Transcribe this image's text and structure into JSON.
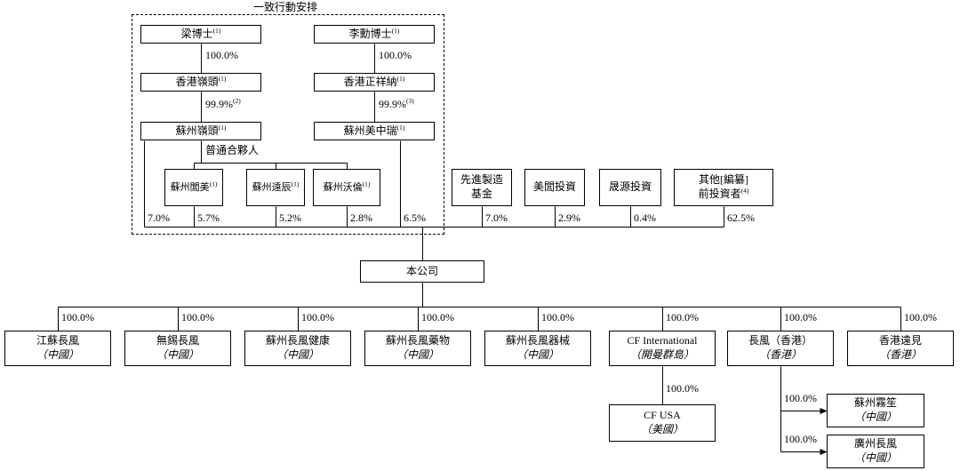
{
  "title": "一致行動安排",
  "gp_label": "普通合夥人",
  "nodes": {
    "dr_liang": {
      "name": "梁博士",
      "sup": "(1)"
    },
    "dr_li": {
      "name": "李勳博士",
      "sup": "(1)"
    },
    "hk_lingtou": {
      "name": "香港嶺頭",
      "sup": "(1)"
    },
    "hk_zhengxiangna": {
      "name": "香港正祥納",
      "sup": "(1)"
    },
    "sz_lingtou": {
      "name": "蘇州嶺頭",
      "sup": "(1)"
    },
    "sz_meizhongrui": {
      "name": "蘇州美中瑞",
      "sup": "(1)"
    },
    "sz_lvmei": {
      "name": "蘇州閭美",
      "sup": "(1)"
    },
    "sz_yuanchen": {
      "name": "蘇州遠辰",
      "sup": "(1)"
    },
    "sz_wolun": {
      "name": "蘇州沃倫",
      "sup": "(1)"
    },
    "company": {
      "name": "本公司"
    }
  },
  "percents": {
    "liang_hklingtou": "100.0%",
    "li_hkzxn": "100.0%",
    "hklingtou_szlingtou": {
      "v": "99.9%",
      "sup": "(2)"
    },
    "hkzxn_szmzr": {
      "v": "99.9%",
      "sup": "(3)"
    },
    "szlingtou_company": "7.0%",
    "lvmei_company": "5.7%",
    "yuanchen_company": "5.2%",
    "wolun_company": "2.8%",
    "szmzr_company": "6.5%"
  },
  "investors": [
    {
      "line1": "先進製造",
      "line2": "基金",
      "pct": "7.0%"
    },
    {
      "line1": "美閭投資",
      "pct": "2.9%"
    },
    {
      "line1": "晟源投資",
      "pct": "0.4%"
    },
    {
      "line1": "其他[編纂]",
      "line2": "前投資者",
      "sup": "(4)",
      "pct": "62.5%"
    }
  ],
  "subsidiaries": [
    {
      "name": "江蘇長風",
      "place": "（中國）",
      "pct": "100.0%"
    },
    {
      "name": "無錫長風",
      "place": "（中國）",
      "pct": "100.0%"
    },
    {
      "name": "蘇州長風健康",
      "place": "（中國）",
      "pct": "100.0%"
    },
    {
      "name": "蘇州長風藥物",
      "place": "（中國）",
      "pct": "100.0%"
    },
    {
      "name": "蘇州長風器械",
      "place": "（中國）",
      "pct": "100.0%"
    },
    {
      "name": "CF International",
      "place": "（開曼群島）",
      "pct": "100.0%"
    },
    {
      "name": "長風（香港）",
      "place": "（香港）",
      "pct": "100.0%"
    },
    {
      "name": "香港遠見",
      "place": "（香港）",
      "pct": "100.0%"
    }
  ],
  "second_tier": [
    {
      "name": "CF USA",
      "place": "（美國）",
      "pct": "100.0%"
    },
    {
      "name": "蘇州霧笙",
      "place": "（中國）",
      "pct": "100.0%"
    },
    {
      "name": "廣州長風",
      "place": "（中國）",
      "pct": "100.0%"
    }
  ]
}
